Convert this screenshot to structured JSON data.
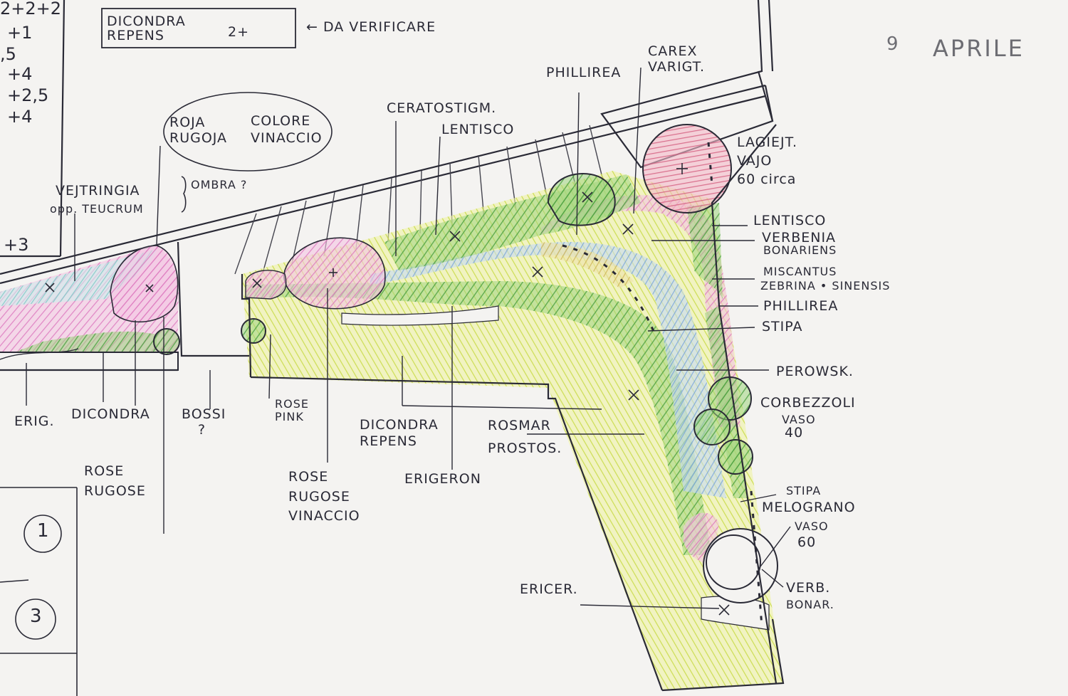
{
  "header": {
    "note_box_line1": "DICONDRA",
    "note_box_line2": "REPENS",
    "note_box_qty": "2+",
    "note_arrow": "← DA VERIFICARE",
    "date_day": "9",
    "date_month": "APRILE"
  },
  "margin_notes": [
    "2+2+2",
    "+1",
    ",5",
    "+4",
    "+2,5",
    "+4",
    "+3"
  ],
  "circled_numbers": [
    "1",
    "3"
  ],
  "bubble": {
    "left_line1": "ROJA",
    "left_line2": "RUGOJA",
    "right_line1": "COLORE",
    "right_line2": "VINACCIO"
  },
  "plants": {
    "vestringia": "VEJTRINGIA",
    "teucrum": "opp. TEUCRUM",
    "ombra": "OMBRA ?",
    "ceratostigm": "CERATOSTIGM.",
    "lentisco_top": "LENTISCO",
    "phillirea_top": "PHILLIREA",
    "carex_line1": "CAREX",
    "carex_line2": "VARIGT.",
    "lagerstr_line1": "LAGIEJT.",
    "lagerstr_line2": "VAJO",
    "lagerstr_line3": "60 circa",
    "lentisco_right": "LENTISCO",
    "verbena_line1": "VERBENIA",
    "verbena_line2": "BONARIENS",
    "miscanthus_line1": "MISCANTUS",
    "miscanthus_line2": "ZEBRINA • SINENSIS",
    "phillirea_right": "PHILLIREA",
    "stipa_right": "STIPA",
    "perowsk": "PEROWSK.",
    "corbezzoli_line1": "CORBEZZOLI",
    "corbezzoli_line2": "VASO",
    "corbezzoli_line3": "40",
    "stipa_lower": "STIPA",
    "melograno_line1": "MELOGRANO",
    "melograno_line2": "VASO",
    "melograno_line3": "60",
    "verb_bonar_line1": "VERB.",
    "verb_bonar_line2": "BONAR.",
    "ericer_bottom": "ERICER.",
    "erig": "ERIG.",
    "dicondra": "DICONDRA",
    "bossi_line1": "BOSSI",
    "bossi_line2": "?",
    "rose_rugose_left_line1": "ROSE",
    "rose_rugose_left_line2": "RUGOSE",
    "rose_pink_line1": "ROSE",
    "rose_pink_line2": "PINK",
    "rose_vinaccio_line1": "ROSE",
    "rose_vinaccio_line2": "RUGOSE",
    "rose_vinaccio_line3": "VINACCIO",
    "dicondra_repens_line1": "DICONDRA",
    "dicondra_repens_line2": "REPENS",
    "rosmar_line1": "ROSMAR",
    "rosmar_line2": "PROSTOS.",
    "erigeron": "ERIGERON"
  },
  "colors": {
    "paper": "#f4f3f1",
    "ink": "#2a2a36",
    "green": "#6fb64a",
    "yellow_green": "#d2e35c",
    "pink": "#e48ac4",
    "blue": "#8fb8e6",
    "cyan": "#9ed8d6",
    "red": "#e0708a",
    "ochre": "#d8c46a"
  }
}
